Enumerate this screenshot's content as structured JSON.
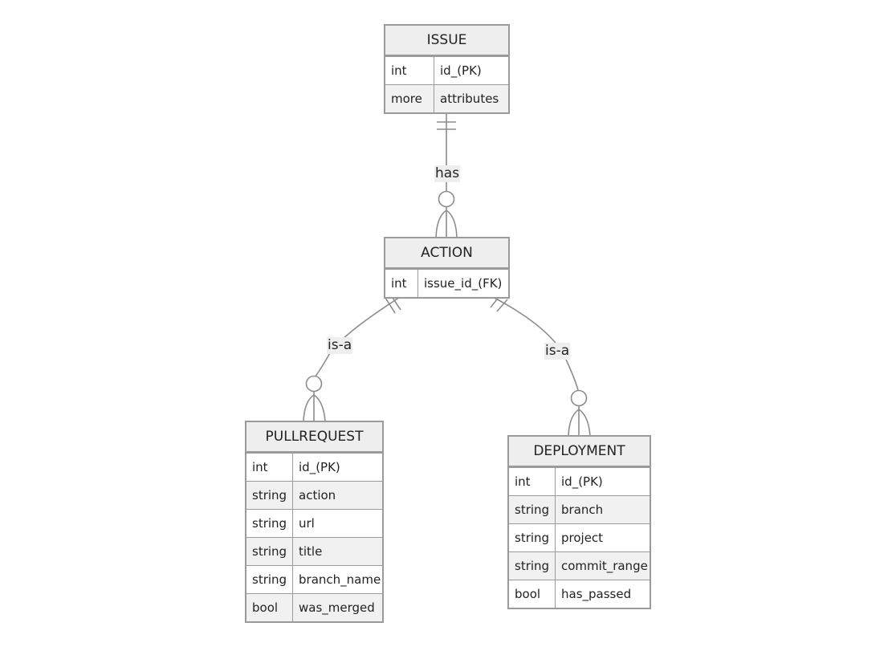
{
  "entities": {
    "issue": {
      "name": "ISSUE",
      "rows": [
        {
          "type": "int",
          "field": "id_(PK)"
        },
        {
          "type": "more",
          "field": "attributes"
        }
      ]
    },
    "action": {
      "name": "ACTION",
      "rows": [
        {
          "type": "int",
          "field": "issue_id_(FK)"
        }
      ]
    },
    "pullrequest": {
      "name": "PULLREQUEST",
      "rows": [
        {
          "type": "int",
          "field": "id_(PK)"
        },
        {
          "type": "string",
          "field": "action"
        },
        {
          "type": "string",
          "field": "url"
        },
        {
          "type": "string",
          "field": "title"
        },
        {
          "type": "string",
          "field": "branch_name"
        },
        {
          "type": "bool",
          "field": "was_merged"
        }
      ]
    },
    "deployment": {
      "name": "DEPLOYMENT",
      "rows": [
        {
          "type": "int",
          "field": "id_(PK)"
        },
        {
          "type": "string",
          "field": "branch"
        },
        {
          "type": "string",
          "field": "project"
        },
        {
          "type": "string",
          "field": "commit_range"
        },
        {
          "type": "bool",
          "field": "has_passed"
        }
      ]
    }
  },
  "relationships": {
    "issue_action": {
      "label": "has",
      "from_cardinality": "exactly-one",
      "to_cardinality": "zero-or-more"
    },
    "action_pullrequest": {
      "label": "is-a",
      "from_cardinality": "exactly-one",
      "to_cardinality": "zero-or-more"
    },
    "action_deployment": {
      "label": "is-a",
      "from_cardinality": "exactly-one",
      "to_cardinality": "zero-or-more"
    }
  },
  "colors": {
    "line": "#8c8c8c",
    "border": "#9a9a9a",
    "header_bg": "#eeeeee",
    "alt_row_bg": "#f1f1f1"
  }
}
